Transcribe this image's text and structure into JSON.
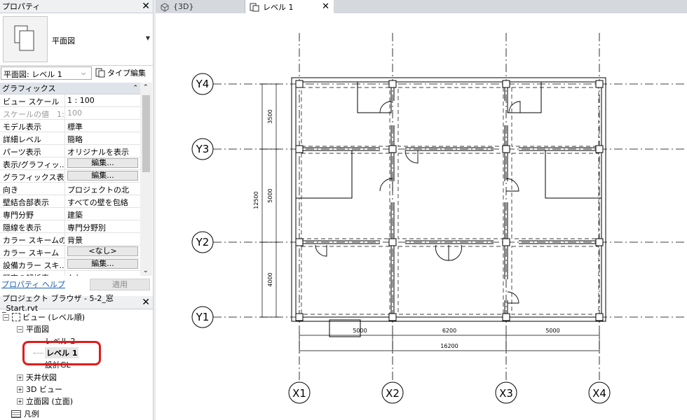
{
  "properties": {
    "title": "プロパティ",
    "type_name": "平面図",
    "view_selector": "平面図: レベル 1",
    "edit_type": "タイプ編集",
    "group": "グラフィックス",
    "rows": [
      {
        "name": "ビュー スケール",
        "value": "1 : 100",
        "kind": "text"
      },
      {
        "name": "スケールの値　1:",
        "value": "100",
        "kind": "disabled"
      },
      {
        "name": "モデル表示",
        "value": "標準",
        "kind": "text"
      },
      {
        "name": "詳細レベル",
        "value": "簡略",
        "kind": "text"
      },
      {
        "name": "パーツ表示",
        "value": "オリジナルを表示",
        "kind": "text"
      },
      {
        "name": "表示/グラフィッ...",
        "value": "編集...",
        "kind": "button"
      },
      {
        "name": "グラフィックス表...",
        "value": "編集...",
        "kind": "button"
      },
      {
        "name": "向き",
        "value": "プロジェクトの北",
        "kind": "text"
      },
      {
        "name": "壁結合部表示",
        "value": "すべての壁を包絡",
        "kind": "text"
      },
      {
        "name": "専門分野",
        "value": "建築",
        "kind": "text"
      },
      {
        "name": "隠線を表示",
        "value": "専門分野別",
        "kind": "text"
      },
      {
        "name": "カラー スキームの...",
        "value": "背景",
        "kind": "text"
      },
      {
        "name": "カラー スキーム",
        "value": "<なし>",
        "kind": "button"
      },
      {
        "name": "設備カラー スキ...",
        "value": "編集...",
        "kind": "button"
      },
      {
        "name": "既定の解析表...",
        "value": "なし",
        "kind": "text"
      }
    ],
    "help": "プロパティ ヘルプ",
    "apply": "適用"
  },
  "browser": {
    "title": "プロジェクト ブラウザ - 5-2_窓_Start.rvt",
    "items": [
      {
        "label": "ビュー (レベル順)",
        "toggle": "−"
      },
      {
        "label": "平面図",
        "toggle": "−"
      },
      {
        "label": "レベル 2",
        "toggle": ""
      },
      {
        "label": "レベル 1",
        "toggle": ""
      },
      {
        "label": "設計GL",
        "toggle": ""
      },
      {
        "label": "天井伏図",
        "toggle": "+"
      },
      {
        "label": "3D ビュー",
        "toggle": "+"
      },
      {
        "label": "立面図 (立面)",
        "toggle": "+"
      },
      {
        "label": "凡例",
        "toggle": ""
      }
    ]
  },
  "tabs": [
    {
      "label": "{3D}"
    },
    {
      "label": "レベル 1"
    }
  ],
  "plan": {
    "grid_x": [
      "X1",
      "X2",
      "X3",
      "X4"
    ],
    "grid_y": [
      "Y4",
      "Y3",
      "Y2",
      "Y1"
    ],
    "dims_v": [
      "3500",
      "5000",
      "4000",
      "12500"
    ],
    "dims_h": [
      "5000",
      "6200",
      "5000",
      "16200"
    ]
  },
  "colors": {
    "highlight": "#e11b1b",
    "accent": "#1a5fb4"
  }
}
